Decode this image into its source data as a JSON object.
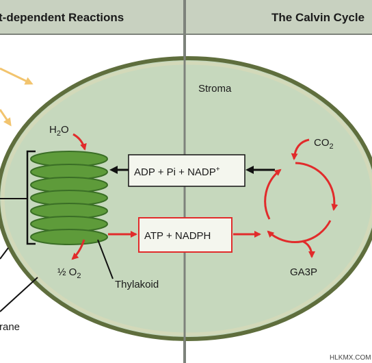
{
  "headers": {
    "left": "t-dependent Reactions",
    "right": "The Calvin Cycle"
  },
  "labels": {
    "stroma": "Stroma",
    "h2o_main": "H",
    "h2o_sub": "2",
    "h2o_end": "O",
    "o2_frac": "½ O",
    "o2_sub": "2",
    "thylakoid": "Thylakoid",
    "membrane_fragment": "rane",
    "co2_main": "CO",
    "co2_sub": "2",
    "ga3p": "GA3P"
  },
  "boxes": {
    "top_main": "ADP + Pi + NADP",
    "top_sup": "+",
    "bottom": "ATP + NADPH"
  },
  "watermark": "HLKMX.COM",
  "colors": {
    "header_bg": "#c8d1c0",
    "divider": "#7d827b",
    "stroma_fill": "#c6d8bd",
    "outer_membrane": "#5f6e3d",
    "inner_membrane": "#d3d9b9",
    "thylakoid_fill": "#5e9b3a",
    "thylakoid_edge": "#3a6e26",
    "arrow_red": "#e12b2b",
    "arrow_black": "#111111",
    "sunlight": "#f2c46e"
  }
}
